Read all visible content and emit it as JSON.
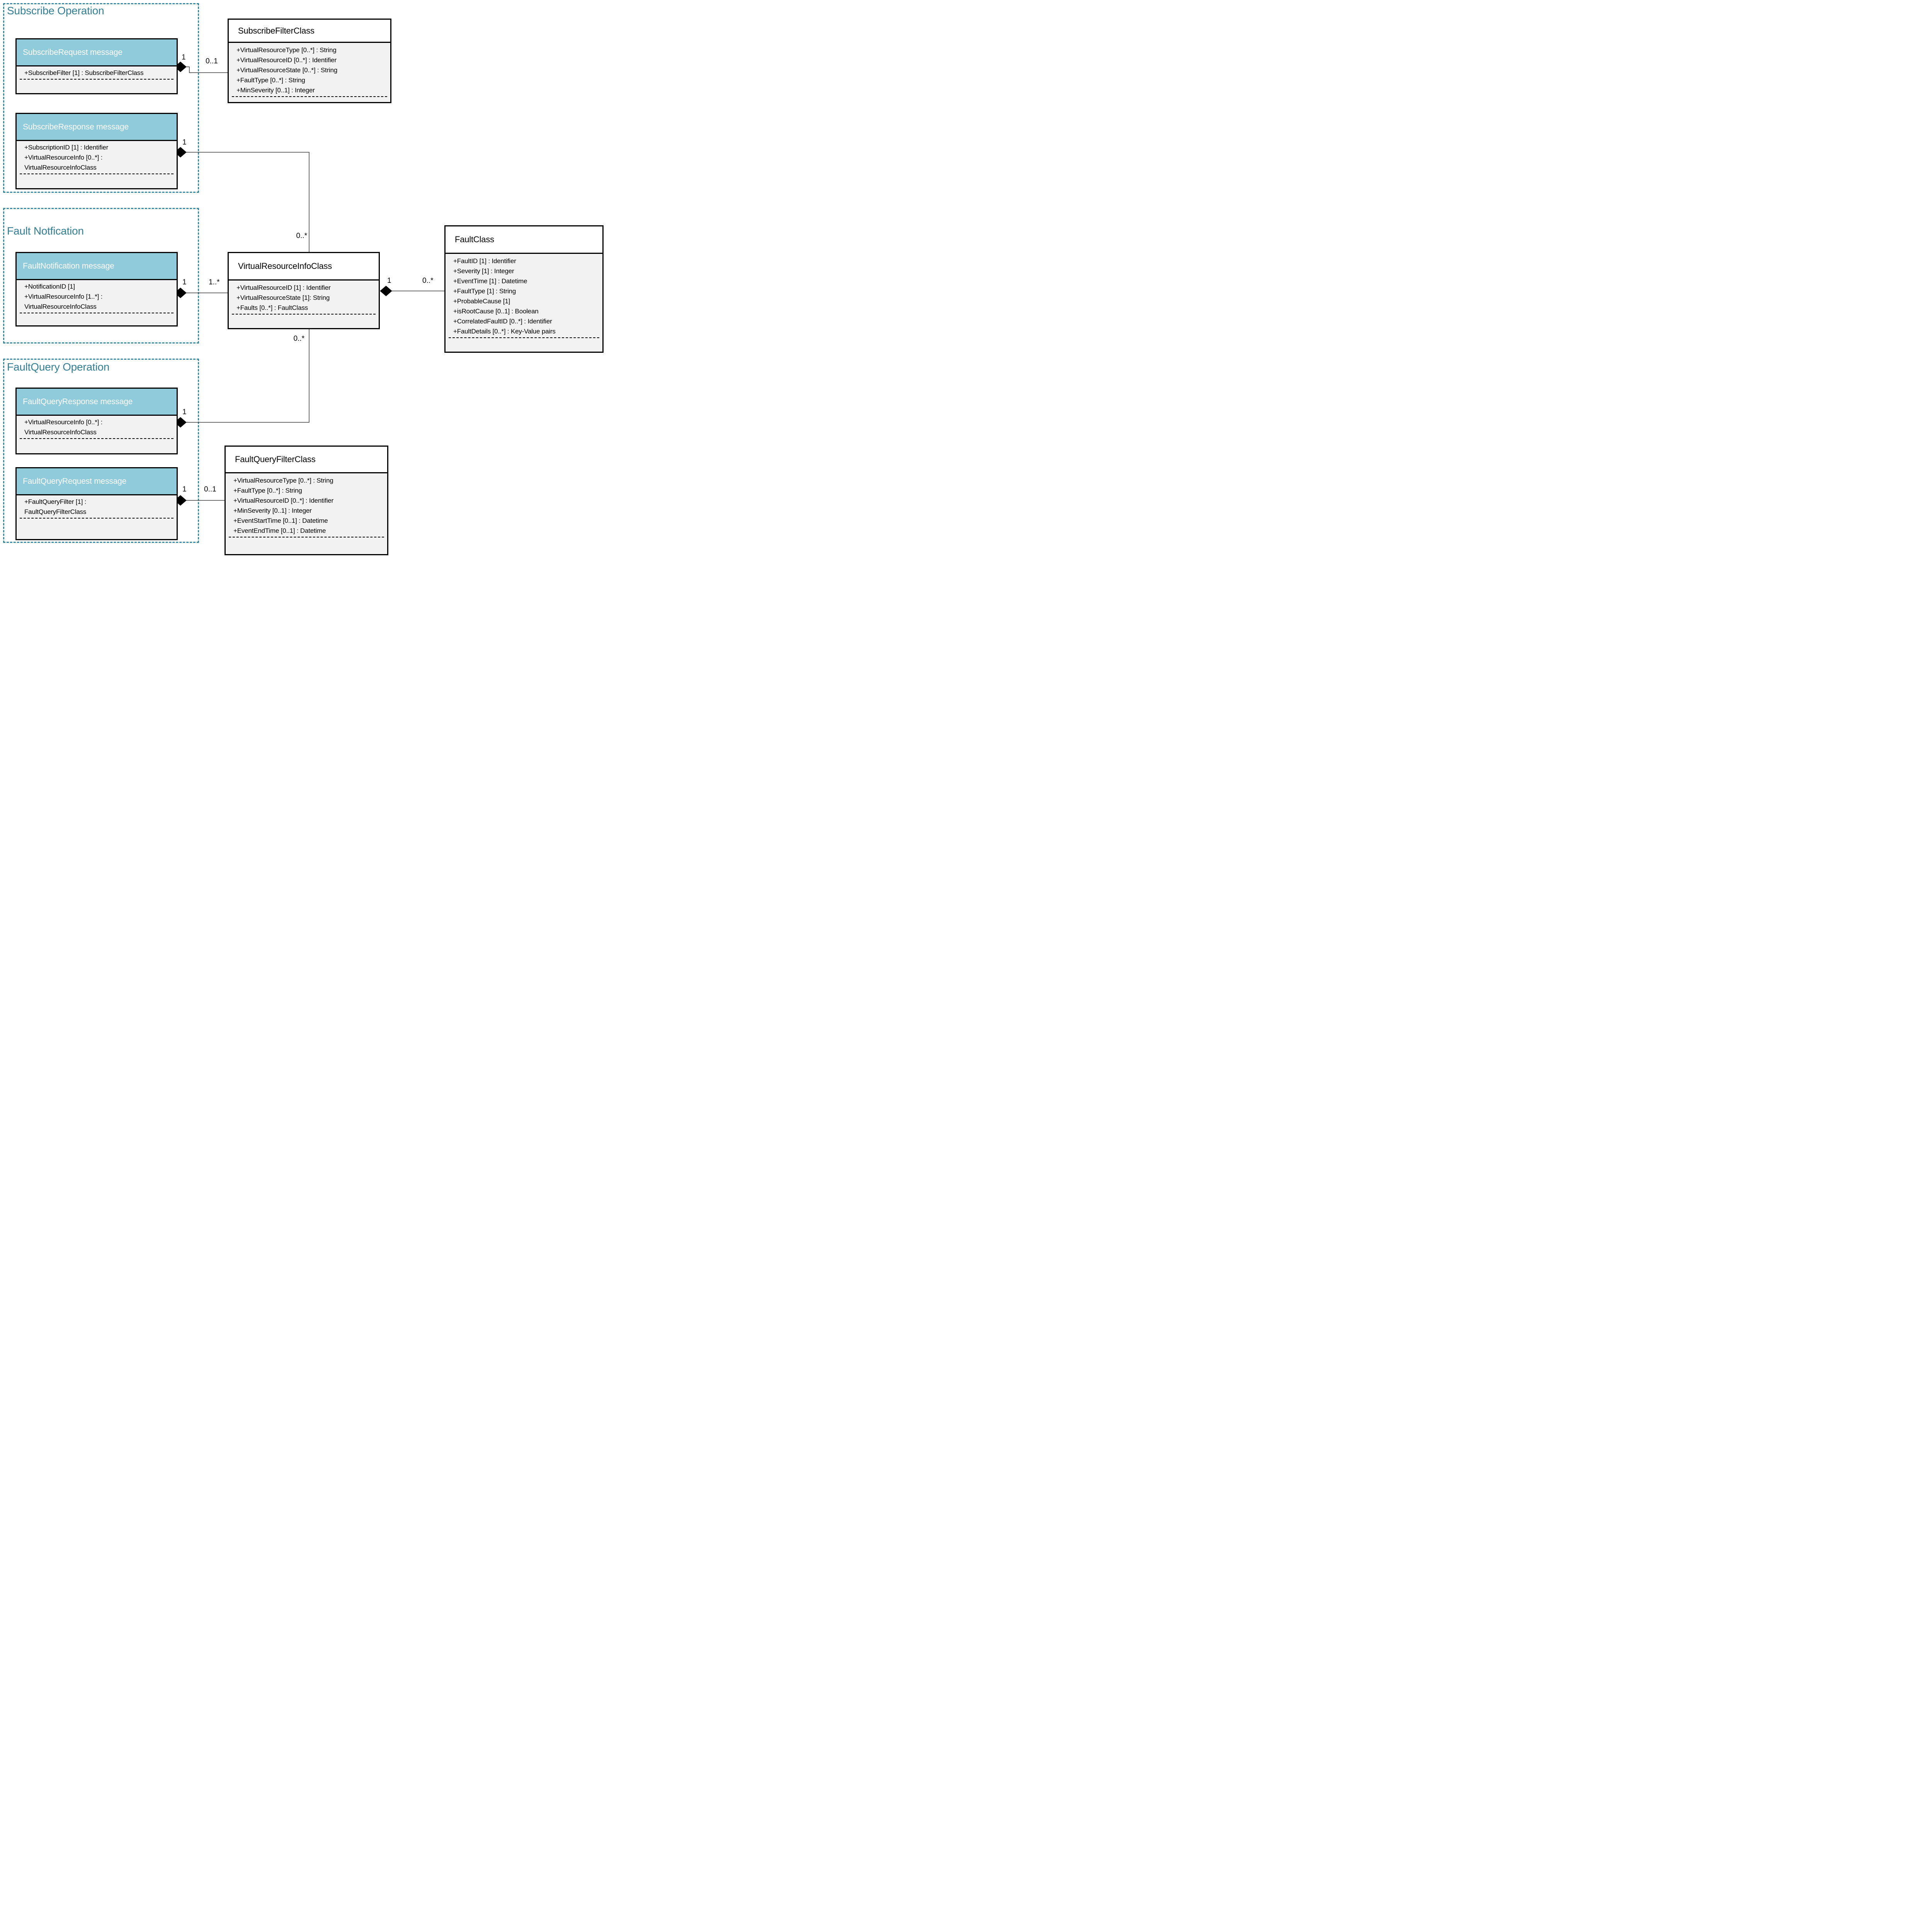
{
  "sections": [
    {
      "title": "Subscribe Operation"
    },
    {
      "title": "Fault Notfication"
    },
    {
      "title": "FaultQuery Operation"
    }
  ],
  "message_boxes": [
    {
      "title": "SubscribeRequest message",
      "attributes": [
        "+SubscribeFilter [1] : SubscribeFilterClass"
      ]
    },
    {
      "title": "SubscribeResponse message",
      "attributes": [
        "+SubscriptionID [1] : Identifier",
        "+VirtualResourceInfo [0..*] :",
        "VirtualResourceInfoClass"
      ]
    },
    {
      "title": "FaultNotification message",
      "attributes": [
        "+NotificationID [1]",
        "+VirtualResourceInfo [1..*] :",
        "VirtualResourceInfoClass"
      ]
    },
    {
      "title": "FaultQueryResponse message",
      "attributes": [
        "+VirtualResourceInfo [0..*] :",
        "VirtualResourceInfoClass"
      ]
    },
    {
      "title": "FaultQueryRequest message",
      "attributes": [
        "+FaultQueryFilter [1] :",
        "FaultQueryFilterClass"
      ]
    }
  ],
  "classes": [
    {
      "title": "SubscribeFilterClass",
      "attributes": [
        "+VirtualResourceType [0..*] : String",
        "+VirtualResourceID [0..*] : Identifier",
        "+VirtualResourceState [0..*] : String",
        "+FaultType [0..*] : String",
        "+MinSeverity [0..1] : Integer"
      ]
    },
    {
      "title": "VirtualResourceInfoClass",
      "attributes": [
        "+VirtualResourceID [1] : Identifier",
        "+VirtualResourceState [1]: String",
        "+Faults [0..*] : FaultClass"
      ]
    },
    {
      "title": "FaultClass",
      "attributes": [
        "+FaultID [1] : Identifier",
        "+Severity [1] : Integer",
        "+EventTime [1] : Datetime",
        "+FaultType [1] : String",
        "+ProbableCause [1]",
        "+isRootCause [0..1] : Boolean",
        "+CorrelatedFaultID [0..*] : Identifier",
        "+FaultDetails [0..*] : Key-Value pairs"
      ]
    },
    {
      "title": "FaultQueryFilterClass",
      "attributes": [
        "+VirtualResourceType [0..*] : String",
        "+FaultType [0..*] : String",
        "+VirtualResourceID [0..*] : Identifier",
        "+MinSeverity [0..1] : Integer",
        "+EventStartTime [0..1] : Datetime",
        "+EventEndTime [0..1] : Datetime"
      ]
    }
  ],
  "connectors": [
    {
      "id": "subscribe-request-to-subscribe-filter",
      "source_label": "1",
      "target_label": "0..1"
    },
    {
      "id": "subscribe-response-to-virtual-resource-info",
      "source_label": "1",
      "target_label": "0..*"
    },
    {
      "id": "fault-notification-to-virtual-resource-info",
      "source_label": "1",
      "target_label": "1..*"
    },
    {
      "id": "virtual-resource-info-to-fault-class",
      "source_label": "1",
      "target_label": "0..*"
    },
    {
      "id": "fault-query-response-to-virtual-resource-info",
      "source_label": "1",
      "target_label": "0..*"
    },
    {
      "id": "fault-query-request-to-fault-query-filter",
      "source_label": "1",
      "target_label": "0..1"
    }
  ],
  "colors": {
    "header_fill": "#8fcbdb",
    "body_fill": "#f2f2f2",
    "group_border": "#3a8ba1",
    "section_title": "#337f96",
    "line": "#3c3c3c"
  }
}
